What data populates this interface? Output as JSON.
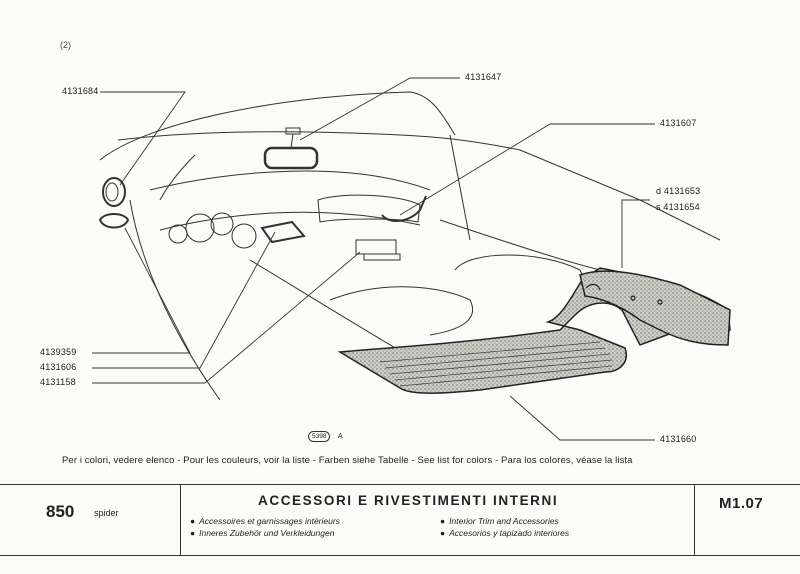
{
  "page_number": "(2)",
  "callouts": {
    "c1": "4131684",
    "c2": "4131647",
    "c3": "4131607",
    "c4a": "d 4131653",
    "c4b": "s 4131654",
    "c5": "4139359",
    "c6": "4131606",
    "c7": "4131158",
    "c8": "4131660"
  },
  "drawing_ref": "5398",
  "drawing_ref_suffix": "A",
  "colors_note": "Per i colori, vedere elenco - Pour les couleurs, voir la liste - Farben siehe Tabelle - See list for colors - Para los colores, véase la lista",
  "footer": {
    "model": "850",
    "model_sub": "spider",
    "title": "ACCESSORI E RIVESTIMENTI INTERNI",
    "lines": {
      "fr": "Accessoires et garnissages intérieurs",
      "de": "Inneres Zubehör und Verkleidungen",
      "en": "Interior Trim and Accessories",
      "es": "Accesorios y tapizado interiores"
    },
    "code": "M1.07"
  }
}
